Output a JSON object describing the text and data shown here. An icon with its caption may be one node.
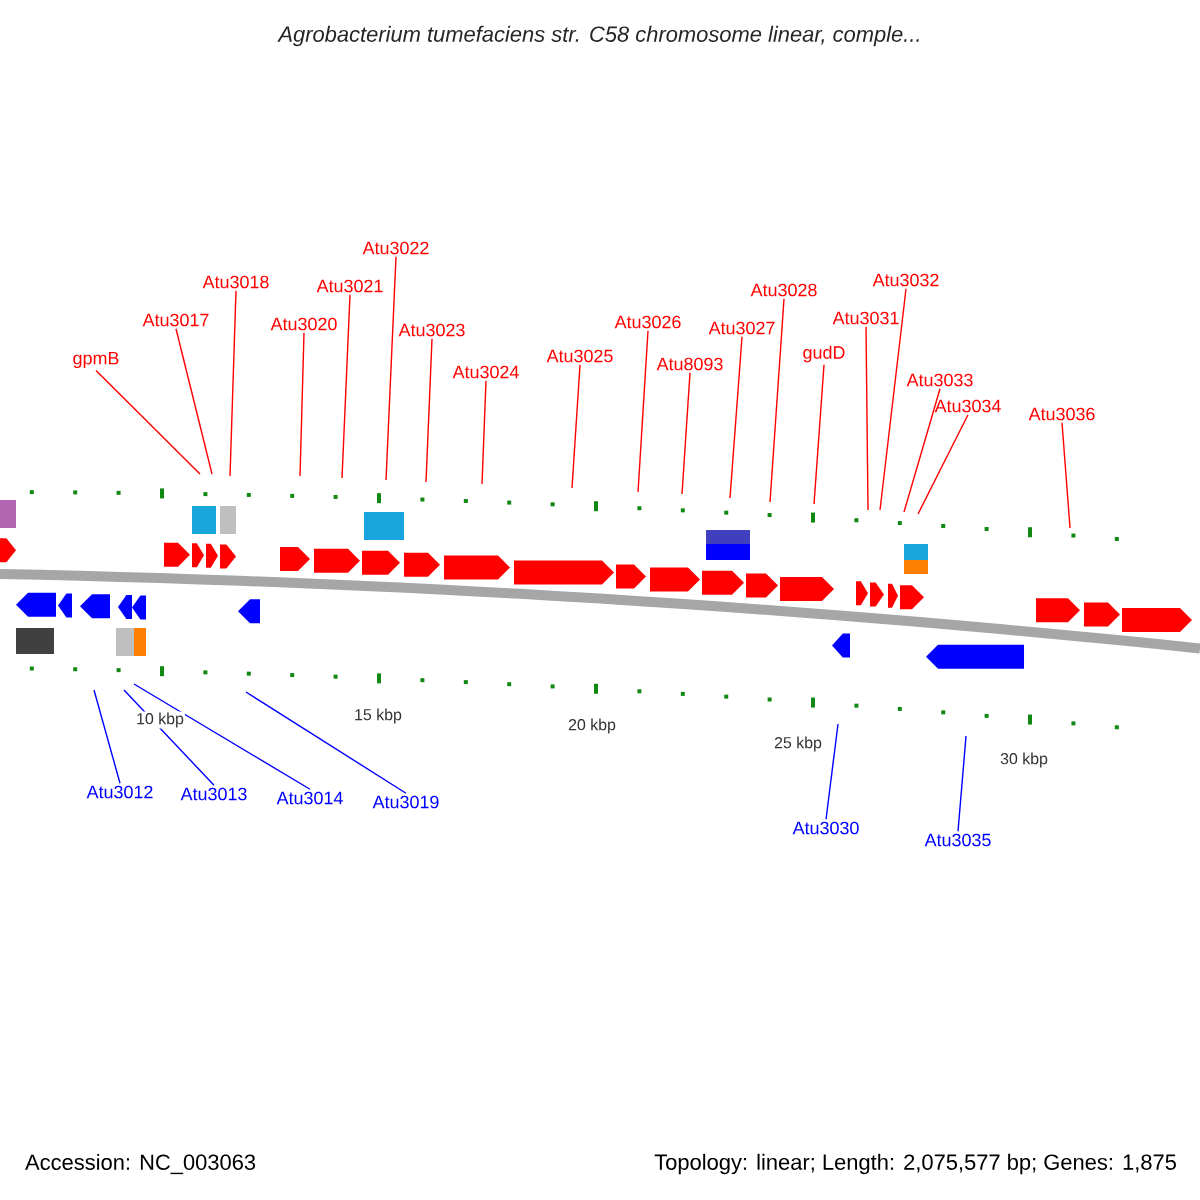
{
  "diagram": {
    "title": "Agrobacterium tumefaciens str. C58 chromosome linear, comple...",
    "nodes": [
      {
        "text": [
          "gpmB"
        ]
      },
      {
        "text": [
          "Atu3017"
        ]
      },
      {
        "text": [
          "Atu3018"
        ]
      },
      {
        "text": [
          "Atu3020"
        ]
      },
      {
        "text": [
          "Atu3021"
        ]
      },
      {
        "text": [
          "Atu3022"
        ]
      },
      {
        "text": [
          "Atu3023"
        ]
      },
      {
        "text": [
          "Atu3024"
        ]
      },
      {
        "text": [
          "Atu3025"
        ]
      },
      {
        "text": [
          "Atu3026"
        ]
      },
      {
        "text": [
          "Atu8093"
        ]
      },
      {
        "text": [
          "Atu3027"
        ]
      },
      {
        "text": [
          "Atu3028"
        ]
      },
      {
        "text": [
          "gudD"
        ]
      },
      {
        "text": [
          "Atu3031"
        ]
      },
      {
        "text": [
          "Atu3032"
        ]
      },
      {
        "text": [
          "Atu3033"
        ]
      },
      {
        "text": [
          "Atu3034"
        ]
      },
      {
        "text": [
          "Atu3036"
        ]
      },
      {
        "text": [
          "Atu3012"
        ]
      },
      {
        "text": [
          "Atu3013"
        ]
      },
      {
        "text": [
          "Atu3014"
        ]
      },
      {
        "text": [
          "Atu3019"
        ]
      },
      {
        "text": [
          "Atu3030"
        ]
      },
      {
        "text": [
          "Atu3035"
        ]
      }
    ],
    "edges": [
      {
        "from": 0,
        "to": null,
        "arrow": "none"
      },
      {
        "from": 1,
        "to": null,
        "arrow": "none"
      },
      {
        "from": 2,
        "to": null,
        "arrow": "none"
      },
      {
        "from": 3,
        "to": null,
        "arrow": "none"
      },
      {
        "from": 4,
        "to": null,
        "arrow": "none"
      },
      {
        "from": 5,
        "to": null,
        "arrow": "none"
      },
      {
        "from": 6,
        "to": null,
        "arrow": "none"
      },
      {
        "from": 7,
        "to": null,
        "arrow": "none"
      },
      {
        "from": 8,
        "to": null,
        "arrow": "none"
      },
      {
        "from": 9,
        "to": null,
        "arrow": "none"
      },
      {
        "from": 10,
        "to": null,
        "arrow": "none"
      },
      {
        "from": 11,
        "to": null,
        "arrow": "none"
      },
      {
        "from": 12,
        "to": null,
        "arrow": "none"
      },
      {
        "from": 13,
        "to": null,
        "arrow": "none"
      },
      {
        "from": 14,
        "to": null,
        "arrow": "none"
      },
      {
        "from": 15,
        "to": null,
        "arrow": "none"
      },
      {
        "from": 16,
        "to": null,
        "arrow": "none"
      },
      {
        "from": 17,
        "to": null,
        "arrow": "none"
      },
      {
        "from": 18,
        "to": null,
        "arrow": "none"
      },
      {
        "from": 19,
        "to": null,
        "arrow": "none",
        "color": "#0000ff"
      },
      {
        "from": 20,
        "to": null,
        "arrow": "none",
        "color": "#0000ff"
      },
      {
        "from": 21,
        "to": null,
        "arrow": "none",
        "color": "#0000ff"
      },
      {
        "from": 22,
        "to": null,
        "arrow": "none",
        "color": "#0000ff"
      },
      {
        "from": 23,
        "to": null,
        "arrow": "none",
        "color": "#0000ff"
      },
      {
        "from": 24,
        "to": null,
        "arrow": "none",
        "color": "#0000ff"
      }
    ],
    "labels": [
      "10 kbp",
      "15 kbp",
      "20 kbp",
      "25 kbp",
      "30 kbp",
      "Accession: NC_003063",
      "Topology: linear; Length: 2,075,577 bp; Genes: 1,875"
    ]
  }
}
